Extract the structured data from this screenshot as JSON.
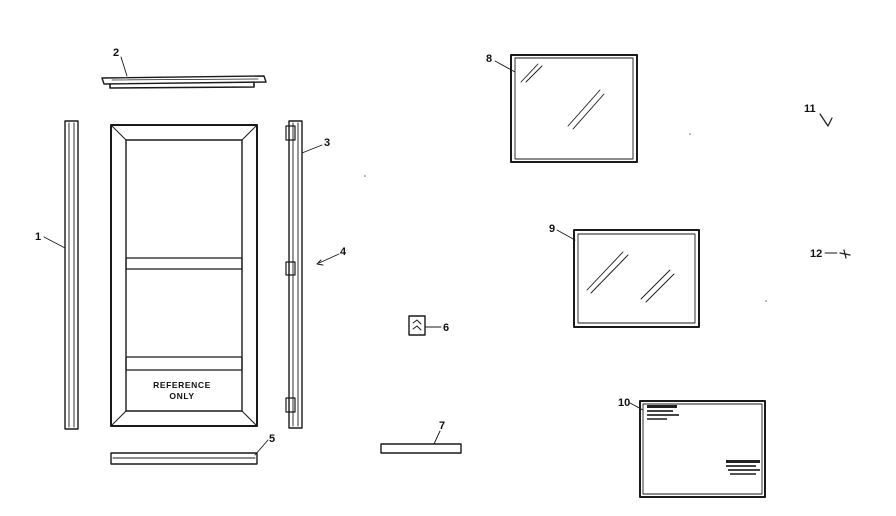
{
  "callouts": {
    "c1": "1",
    "c2": "2",
    "c3": "3",
    "c4": "4",
    "c5": "5",
    "c6": "6",
    "c7": "7",
    "c8": "8",
    "c9": "9",
    "c10": "10",
    "c11": "11",
    "c12": "12"
  },
  "door_panel": {
    "line1": "REFERENCE",
    "line2": "ONLY"
  },
  "colors": {
    "ink": "#1a1a1a",
    "paper": "#ffffff"
  }
}
